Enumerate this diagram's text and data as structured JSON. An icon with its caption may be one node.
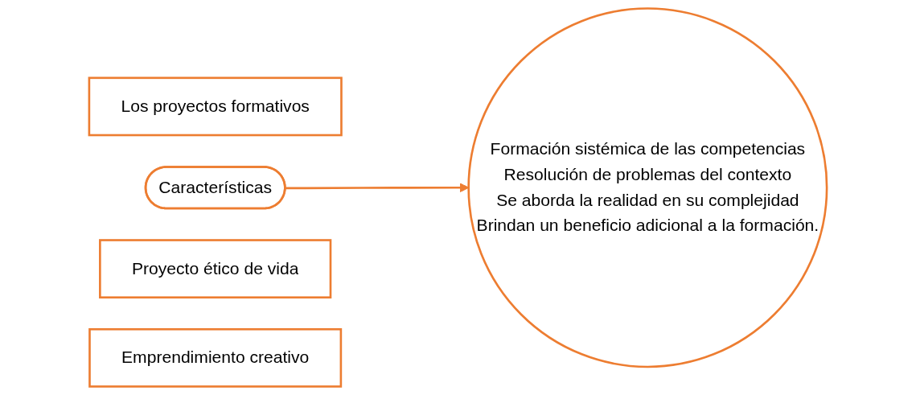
{
  "diagram": {
    "nodes": [
      {
        "text": [
          "Los proyectos formativos"
        ]
      },
      {
        "text": [
          "Características"
        ]
      },
      {
        "text": [
          "Formación sistémica de las competencias",
          "Resolución de problemas del contexto",
          "Se aborda la realidad en su complejidad",
          "Brindan un beneficio adicional a la formación."
        ]
      },
      {
        "text": [
          "Proyecto ético de vida"
        ]
      },
      {
        "text": [
          "Emprendimiento creativo"
        ]
      }
    ],
    "edges": [
      {
        "from": 1,
        "to": 2,
        "arrow": "to",
        "color": "#ed7d31"
      }
    ]
  }
}
